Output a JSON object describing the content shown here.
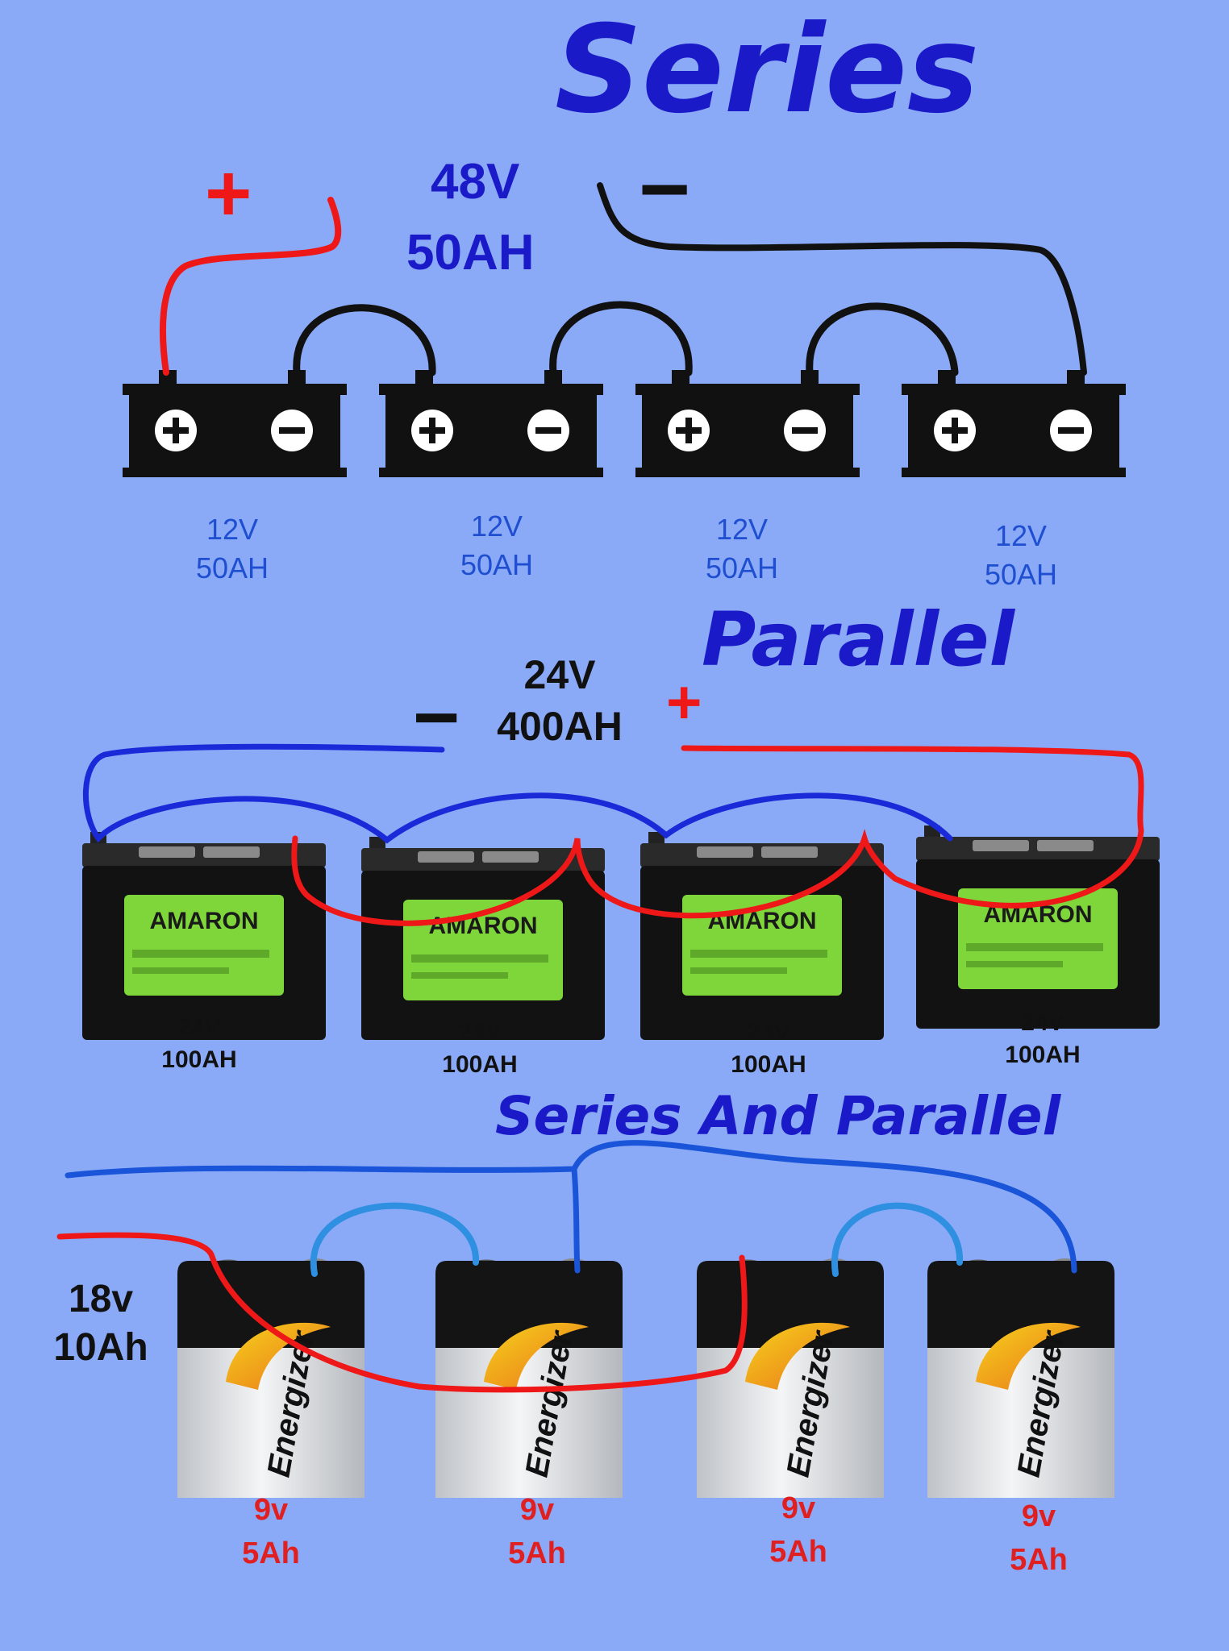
{
  "colors": {
    "background": "#8aaaf8",
    "title_blue": "#1a1ac8",
    "label_blue": "#1f4fd0",
    "label_red": "#e02020",
    "wire_red": "#ee1818",
    "wire_black": "#111111",
    "wire_blue": "#1a2ad8",
    "wire_light_blue": "#2f8fe0",
    "battery_black": "#111111",
    "amaron_green": "#7ed63a"
  },
  "series": {
    "title": "Series",
    "total_voltage": "48V",
    "total_capacity": "50AH",
    "plus_sign": "+",
    "minus_sign": "−",
    "batteries": [
      {
        "voltage": "12V",
        "capacity": "50AH"
      },
      {
        "voltage": "12V",
        "capacity": "50AH"
      },
      {
        "voltage": "12V",
        "capacity": "50AH"
      },
      {
        "voltage": "12V",
        "capacity": "50AH"
      }
    ]
  },
  "parallel": {
    "title": "Parallel",
    "total_voltage": "24V",
    "total_capacity": "400AH",
    "plus_sign": "+",
    "minus_sign": "−",
    "brand": "AMARON",
    "batteries": [
      {
        "voltage": "24V",
        "capacity": "100AH"
      },
      {
        "voltage": "24V",
        "capacity": "100AH"
      },
      {
        "voltage": "24V",
        "capacity": "100AH"
      },
      {
        "voltage": "24V",
        "capacity": "100AH"
      }
    ]
  },
  "series_parallel": {
    "title": "Series And Parallel",
    "total_voltage": "18v",
    "total_capacity": "10Ah",
    "brand": "Energizer",
    "batteries": [
      {
        "voltage": "9v",
        "capacity": "5Ah"
      },
      {
        "voltage": "9v",
        "capacity": "5Ah"
      },
      {
        "voltage": "9v",
        "capacity": "5Ah"
      },
      {
        "voltage": "9v",
        "capacity": "5Ah"
      }
    ]
  }
}
